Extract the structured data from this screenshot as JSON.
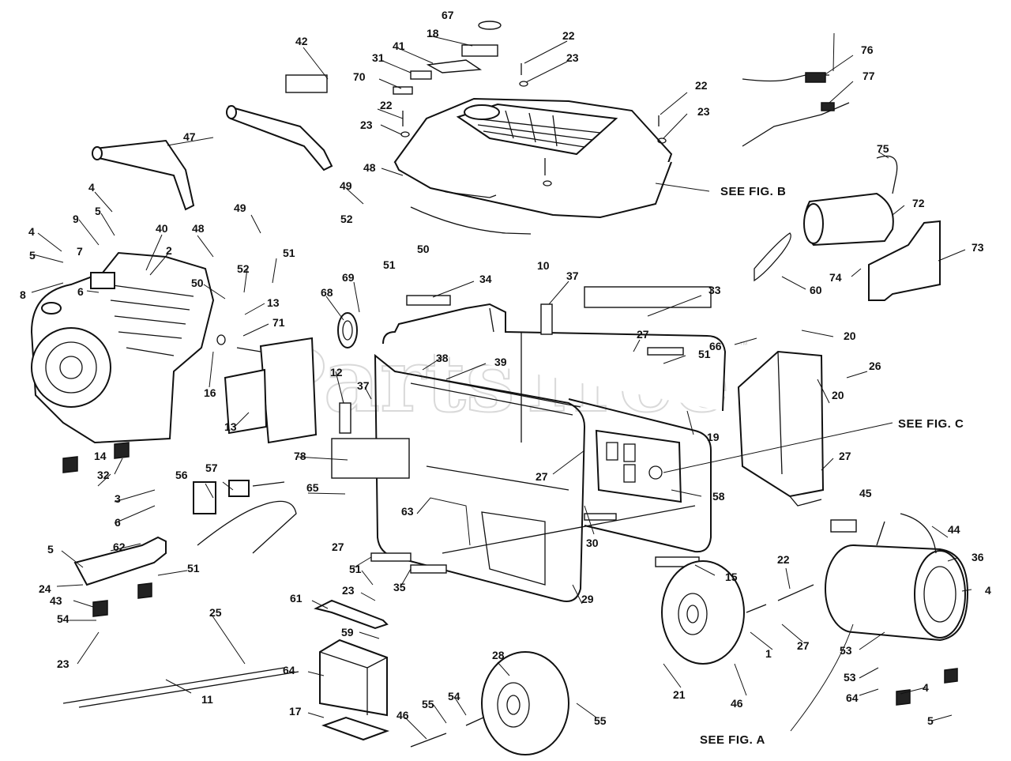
{
  "watermark": "PartsTree",
  "watermark_mark": "™",
  "references": {
    "fig_b": "SEE FIG. B",
    "fig_c": "SEE FIG. C",
    "fig_a": "SEE FIG. A"
  },
  "callouts": [
    "67",
    "22",
    "18",
    "41",
    "23",
    "42",
    "31",
    "70",
    "22",
    "23",
    "22",
    "23",
    "76",
    "77",
    "47",
    "48",
    "49",
    "75",
    "72",
    "52",
    "50",
    "51",
    "10",
    "4",
    "5",
    "4",
    "40",
    "9",
    "2",
    "5",
    "7",
    "8",
    "6",
    "48",
    "49",
    "52",
    "51",
    "50",
    "13",
    "71",
    "73",
    "74",
    "60",
    "69",
    "68",
    "34",
    "37",
    "33",
    "16",
    "13",
    "12",
    "37",
    "39",
    "38",
    "27",
    "51",
    "66",
    "20",
    "26",
    "20",
    "19",
    "27",
    "27",
    "58",
    "14",
    "32",
    "3",
    "6",
    "56",
    "57",
    "65",
    "78",
    "63",
    "30",
    "15",
    "45",
    "44",
    "36",
    "4",
    "5",
    "24",
    "62",
    "51",
    "27",
    "51",
    "35",
    "22",
    "43",
    "54",
    "61",
    "23",
    "23",
    "25",
    "59",
    "29",
    "27",
    "1",
    "53",
    "64",
    "11",
    "17",
    "28",
    "21",
    "46",
    "55",
    "46",
    "55",
    "54",
    "53",
    "64",
    "4",
    "5",
    "3",
    "6"
  ]
}
